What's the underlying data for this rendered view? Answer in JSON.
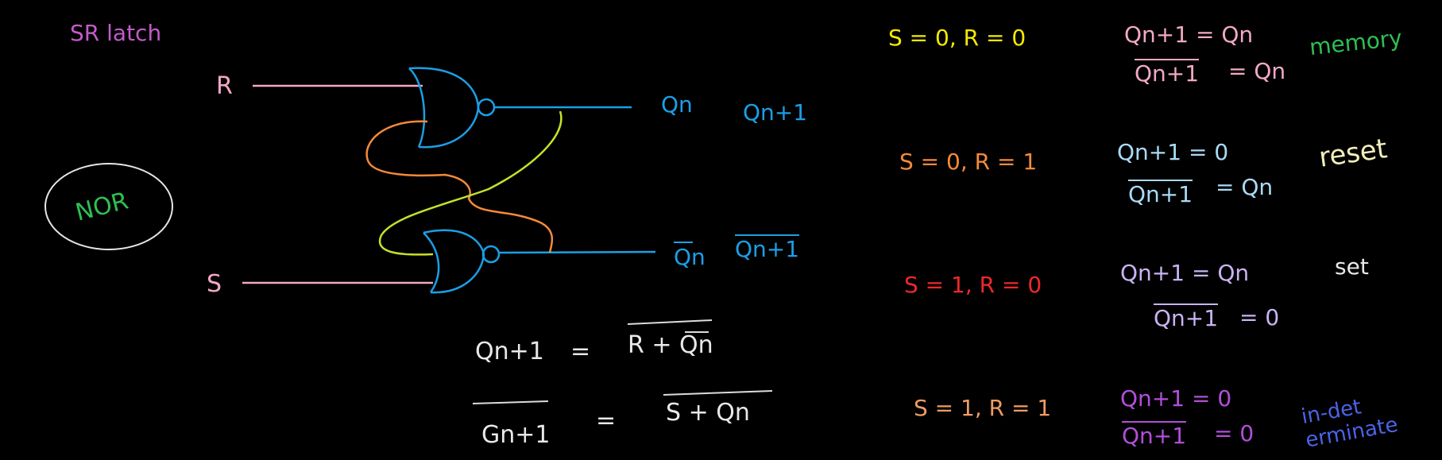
{
  "title": "SR latch",
  "gate_type": "NOR",
  "inputs": {
    "r": "R",
    "s": "S"
  },
  "outputs": {
    "q_n": "Qn",
    "q_n1": "Qn+1",
    "qbar_n": "Qn",
    "qbar_n1": "Qn+1"
  },
  "equations": {
    "eq1_lhs": "Qn+1",
    "eq1_eq": "=",
    "eq1_rhs": "R + Qn",
    "eq2_lhs": "Gn+1",
    "eq2_eq": "=",
    "eq2_rhs": "S + Qn"
  },
  "truth_table": [
    {
      "cond": "S = 0,  R = 0",
      "q": "Qn+1 = Qn",
      "qbar": "Qn+1",
      "qbar_val": "= Qn",
      "state": "memory"
    },
    {
      "cond": "S = 0,  R = 1",
      "q": "Qn+1 = 0",
      "qbar": "Qn+1",
      "qbar_val": "= Qn",
      "state": "reset"
    },
    {
      "cond": "S = 1,  R = 0",
      "q": "Qn+1 = Qn",
      "qbar": "Qn+1",
      "qbar_val": "= 0",
      "state": "set"
    },
    {
      "cond": "S = 1,  R = 1",
      "q": "Qn+1 = 0",
      "qbar": "Qn+1",
      "qbar_val": "= 0",
      "state": "in-det erminate"
    }
  ],
  "colors": {
    "background": "#000000",
    "gate": "#1b9fe6",
    "input_wire": "#f3a8c6",
    "feedback_top": "#f58a3a",
    "feedback_bottom": "#c8e02a",
    "memory": "#2fbf53",
    "indeterminate": "#4b63e8"
  }
}
